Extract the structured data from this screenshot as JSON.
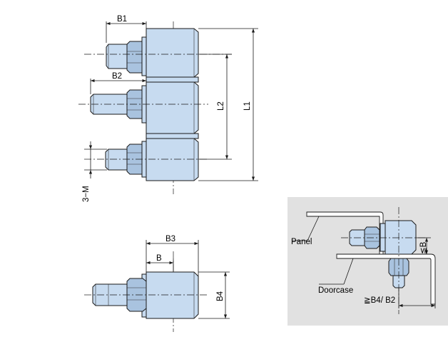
{
  "labels": {
    "b1": "B1",
    "b2": "B2",
    "b3": "B3",
    "b": "B",
    "b4": "B4",
    "l1": "L1",
    "l2": "L2",
    "m": "3−M",
    "panel": "Panel",
    "doorcase": "Doorcase",
    "ge_b": "≦B",
    "ge_b4_b2": "≧B4/ B2"
  },
  "colors": {
    "part_fill": "#c7dbf0",
    "part_shade": "#a9c3df",
    "inset_background": "#e1e1e1",
    "line": "#1a1a1a"
  }
}
